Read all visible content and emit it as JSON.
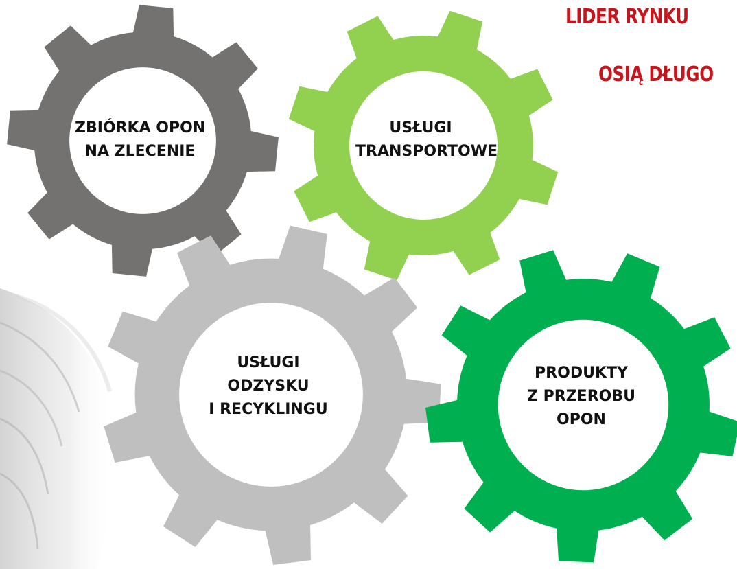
{
  "header": {
    "line1": "LIDER RYNKU",
    "line2": "OSIĄ DŁUGO",
    "color": "#c4161c"
  },
  "gears": [
    {
      "id": "zbiorka",
      "color": "#737271",
      "lines": [
        "ZBIÓRKA OPON",
        "NA ZLECENIE"
      ]
    },
    {
      "id": "transport",
      "color": "#92d050",
      "lines": [
        "USŁUGI",
        "TRANSPORTOWE"
      ]
    },
    {
      "id": "odzysk",
      "color": "#bfbfbf",
      "lines": [
        "USŁUGI",
        "ODZYSKU",
        "I RECYKLINGU"
      ]
    },
    {
      "id": "produkty",
      "color": "#00b050",
      "lines": [
        "PRODUKTY",
        "Z  PRZEROBU",
        "OPON"
      ]
    }
  ],
  "label_color": "#111111",
  "center_color": "#ffffff"
}
